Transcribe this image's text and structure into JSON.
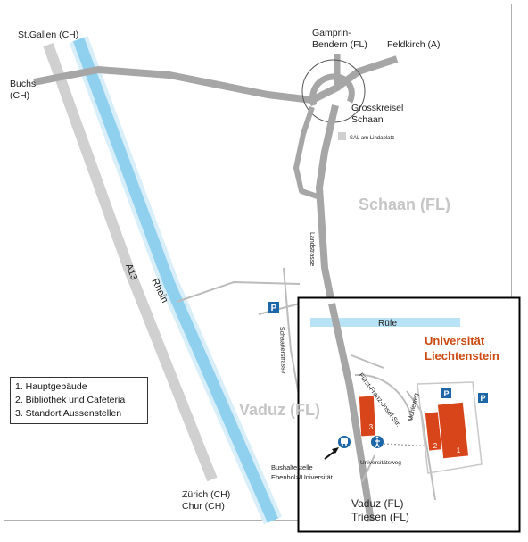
{
  "places": {
    "st_gallen": "St.Gallen (CH)",
    "buchs_1": "Buchs",
    "buchs_2": "(CH)",
    "gamprin_1": "Gamprin-",
    "gamprin_2": "Bendern (FL)",
    "feldkirch": "Feldkirch (A)",
    "grosskreisel_1": "Grosskreisel",
    "grosskreisel_2": "Schaan",
    "sal": "SAL am Lindaplatz",
    "schaan": "Schaan (FL)",
    "vaduz": "Vaduz (FL)",
    "zurich_1": "Zürich (CH)",
    "zurich_2": "Chur (CH)",
    "vaduz_triesen_1": "Vaduz (FL)",
    "vaduz_triesen_2": "Triesen (FL)"
  },
  "roads": {
    "a13": "A13",
    "landstrasse": "Landstrasse",
    "schaanerstrasse": "Schaanerstrasse",
    "fuerst_franz_josef": "Fürst-Franz-Josef-Str.",
    "muehleweg": "Mühleweg",
    "universitaetsweg": "Universitätsweg"
  },
  "water": {
    "rhein": "Rhein",
    "ruefe": "Rüfe"
  },
  "university": {
    "line1": "Universität",
    "line2": "Liechtenstein"
  },
  "bus_stop": {
    "line1": "Bushaltestelle",
    "line2": "Ebenholz/Universität"
  },
  "building_numbers": {
    "b1": "1",
    "b2": "2",
    "b3": "3"
  },
  "parking": {
    "symbol": "P"
  },
  "legend": {
    "items": [
      "1. Hauptgebäude",
      "2. Bibliothek und Cafeteria",
      "3. Standort Aussenstellen"
    ]
  },
  "colors": {
    "road": "#a6a6a6",
    "minor_road": "#bcbcbc",
    "river": "#8fd0ef",
    "building": "#d9451b",
    "university_text": "#cc4a12",
    "parking": "#1d67a8",
    "district_label": "#c6c6c6"
  }
}
